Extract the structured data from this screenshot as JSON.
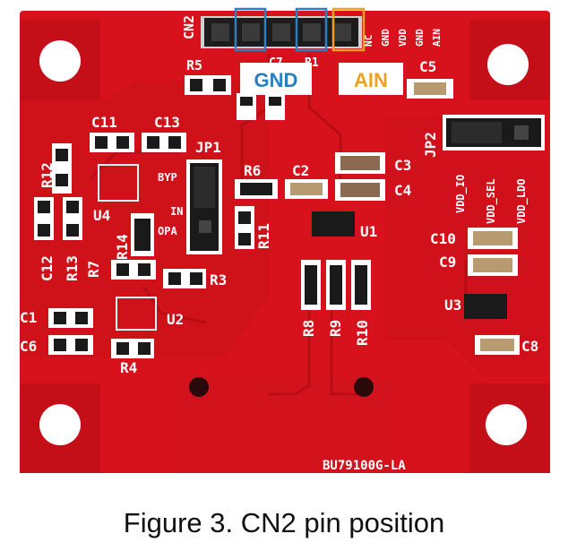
{
  "figure": {
    "caption": "Figure 3. CN2 pin position"
  },
  "board": {
    "part_number": "BU79100G-LA",
    "connector_label": "CN2",
    "pin_labels": [
      "NC",
      "GND",
      "VDD",
      "GND",
      "AIN"
    ],
    "callouts": {
      "gnd": {
        "text": "GND",
        "color": "#2a7fc0"
      },
      "ain": {
        "text": "AIN",
        "color": "#f0a020"
      }
    },
    "jumpers": {
      "jp1": {
        "label": "JP1",
        "options": [
          "BYP",
          "IN",
          "OPA"
        ]
      },
      "jp2": {
        "label": "JP2",
        "options": [
          "VDD_IO",
          "VDD_SEL",
          "VDD_LDO"
        ]
      }
    },
    "components": [
      "R5",
      "C7",
      "R1",
      "C5",
      "C11",
      "C13",
      "R12",
      "U4",
      "R6",
      "C2",
      "C3",
      "C4",
      "R11",
      "U1",
      "C12",
      "R13",
      "R7",
      "R14",
      "R3",
      "C10",
      "C9",
      "U3",
      "C1",
      "C6",
      "U2",
      "R8",
      "R9",
      "R10",
      "C8",
      "R4"
    ],
    "colors": {
      "pcb": "#d8121c",
      "pcb_dark": "#b50d16",
      "copper_pour": "#e0232a",
      "silkscreen": "#ffffff",
      "mounting_hole": "#ffffff",
      "header": "#1c1c1c"
    }
  }
}
